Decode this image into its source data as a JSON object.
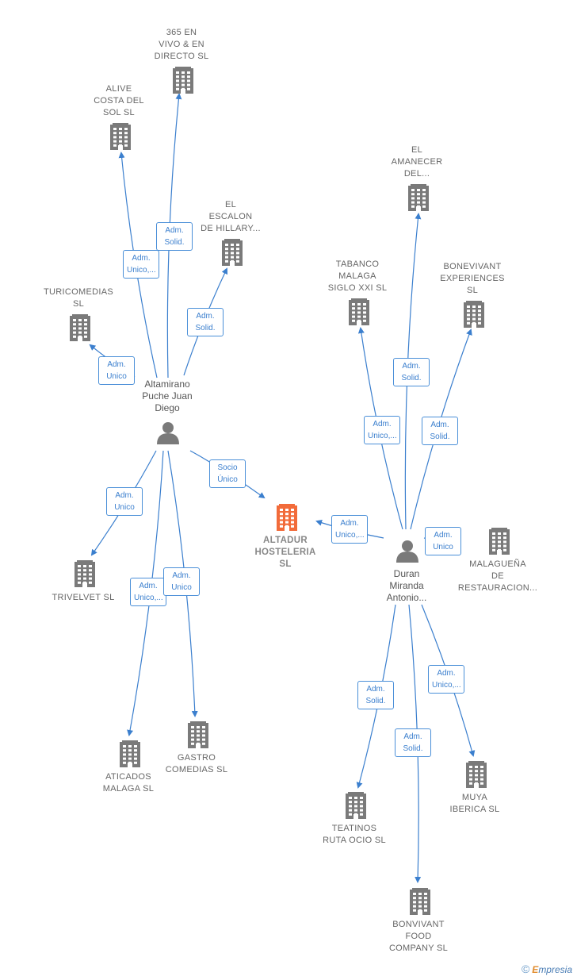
{
  "colors": {
    "edge": "#3b7fce",
    "building": "#7a7a7a",
    "building_center": "#f26b3a",
    "person": "#7a7a7a"
  },
  "center": {
    "label": "ALTADUR\nHOSTELERIA\nSL",
    "icon": "building-icon"
  },
  "persons": [
    {
      "id": "p1",
      "label": "Altamirano\nPuche Juan\nDiego",
      "icon": "person-icon"
    },
    {
      "id": "p2",
      "label": "Duran\nMiranda\nAntonio...",
      "icon": "person-icon"
    }
  ],
  "companies": [
    {
      "id": "c1",
      "label": "365 EN\nVIVO & EN\nDIRECTO  SL"
    },
    {
      "id": "c2",
      "label": "ALIVE\nCOSTA DEL\nSOL  SL"
    },
    {
      "id": "c3",
      "label": "EL\nESCALON\nDE HILLARY..."
    },
    {
      "id": "c4",
      "label": "TURICOMEDIAS\nSL"
    },
    {
      "id": "c5",
      "label": "TRIVELVET SL"
    },
    {
      "id": "c6",
      "label": "ATICADOS\nMALAGA  SL"
    },
    {
      "id": "c7",
      "label": "GASTRO\nCOMEDIAS  SL"
    },
    {
      "id": "c8",
      "label": "EL\nAMANECER\nDEL..."
    },
    {
      "id": "c9",
      "label": "TABANCO\nMALAGA\nSIGLO XXI  SL"
    },
    {
      "id": "c10",
      "label": "BONEVIVANT\nEXPERIENCES\nSL"
    },
    {
      "id": "c11",
      "label": "MALAGUEÑA\nDE\nRESTAURACION..."
    },
    {
      "id": "c12",
      "label": "TEATINOS\nRUTA OCIO  SL"
    },
    {
      "id": "c13",
      "label": "MUYA\nIBERICA  SL"
    },
    {
      "id": "c14",
      "label": "BONVIVANT\nFOOD\nCOMPANY  SL"
    }
  ],
  "edges": [
    {
      "from": "p1",
      "to": "c1",
      "label": "Adm.\nSolid."
    },
    {
      "from": "p1",
      "to": "c2",
      "label": "Adm.\nUnico,..."
    },
    {
      "from": "p1",
      "to": "c3",
      "label": "Adm.\nSolid."
    },
    {
      "from": "p1",
      "to": "c4",
      "label": "Adm.\nUnico"
    },
    {
      "from": "p1",
      "to": "center",
      "label": "Socio\nÚnico"
    },
    {
      "from": "p1",
      "to": "c5",
      "label": "Adm.\nUnico"
    },
    {
      "from": "p1",
      "to": "c6",
      "label": "Adm.\nUnico,..."
    },
    {
      "from": "p1",
      "to": "c7",
      "label": "Adm.\nUnico"
    },
    {
      "from": "p2",
      "to": "c8",
      "label": "Adm.\nSolid."
    },
    {
      "from": "p2",
      "to": "c9",
      "label": "Adm.\nUnico,..."
    },
    {
      "from": "p2",
      "to": "c10",
      "label": "Adm.\nSolid."
    },
    {
      "from": "p2",
      "to": "center",
      "label": "Adm.\nUnico,..."
    },
    {
      "from": "p2",
      "to": "c11",
      "label": "Adm.\nUnico"
    },
    {
      "from": "p2",
      "to": "c12",
      "label": "Adm.\nSolid."
    },
    {
      "from": "p2",
      "to": "c14",
      "label": "Adm.\nSolid."
    },
    {
      "from": "p2",
      "to": "c13",
      "label": "Adm.\nUnico,..."
    }
  ],
  "watermark": {
    "copyright": "©",
    "brand_first": "E",
    "brand_rest": "mpresia"
  }
}
